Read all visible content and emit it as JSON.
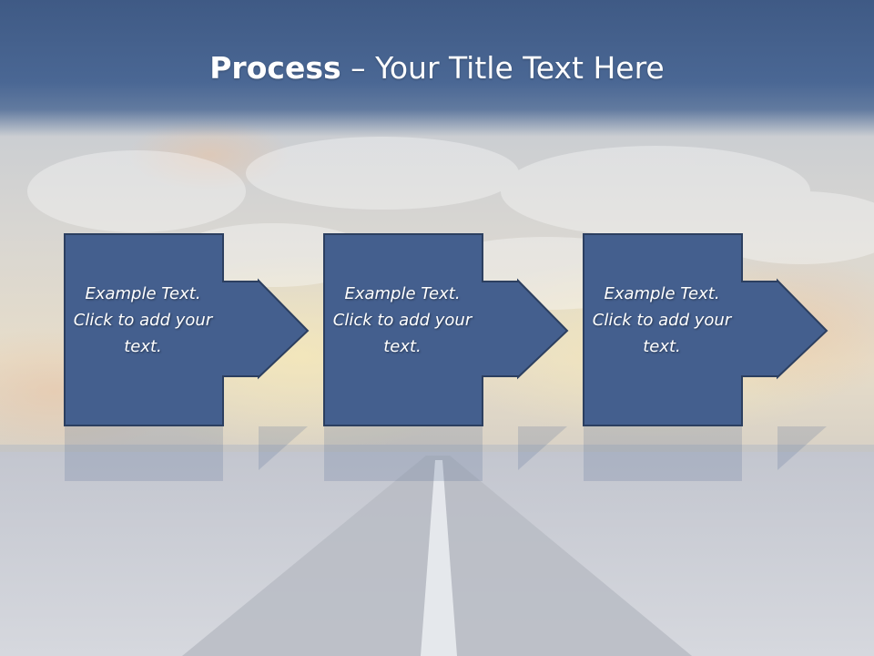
{
  "slide": {
    "title_bold": "Process",
    "title_rest": " – Your Title Text Here"
  },
  "steps": [
    {
      "text": "Example Text. Click  to add your text."
    },
    {
      "text": "Example Text. Click  to add your text."
    },
    {
      "text": "Example Text. Click  to add your text."
    }
  ],
  "colors": {
    "header_bg": "#3f5a85",
    "shape_fill": "#445f8e",
    "shape_stroke": "#2c3f60",
    "text": "#ffffff"
  }
}
